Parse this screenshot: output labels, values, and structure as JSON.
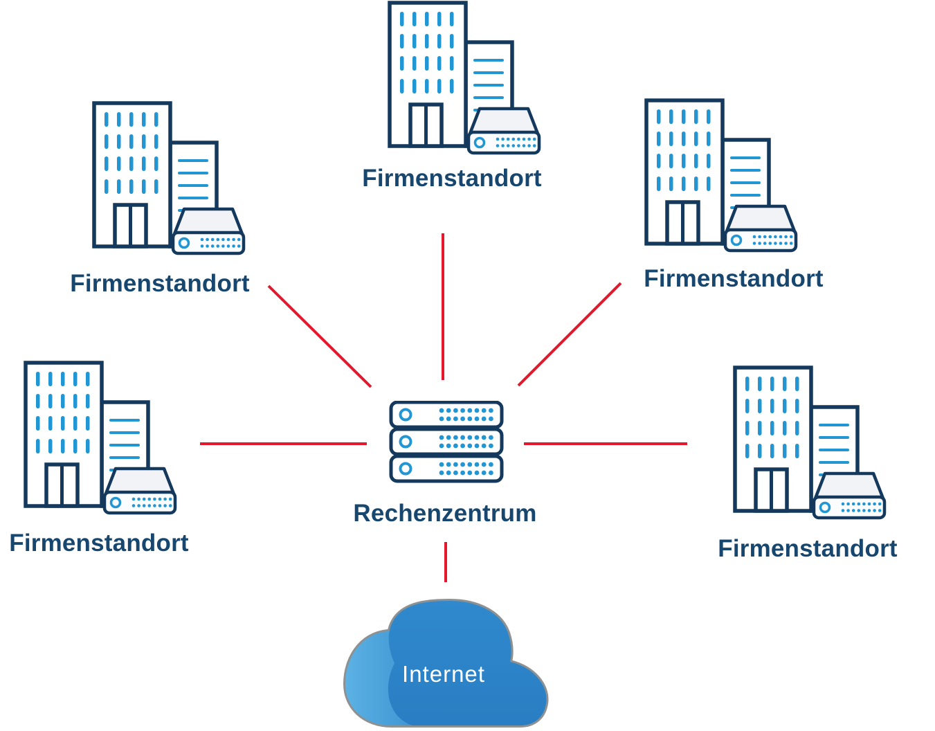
{
  "diagram": {
    "title": "Company sites connected to a data center and the internet",
    "background_color": "#ffffff",
    "palette": {
      "outline_navy": "#14395c",
      "label_navy": "#17466e",
      "accent_blue": "#2196d3",
      "connection_red": "#e5172c",
      "cloud_front_blue": "#2d84c8",
      "cloud_back_blue": "#54ace0",
      "cloud_outline_gray": "#8d9192",
      "device_fill": "#f2f3f6",
      "internet_text_color": "#ffffff"
    },
    "nodes": [
      {
        "id": "site-top-center",
        "type": "office-site",
        "icon": "office-building-router-icon",
        "label": "Firmenstandort"
      },
      {
        "id": "site-top-left",
        "type": "office-site",
        "icon": "office-building-router-icon",
        "label": "Firmenstandort"
      },
      {
        "id": "site-top-right",
        "type": "office-site",
        "icon": "office-building-router-icon",
        "label": "Firmenstandort"
      },
      {
        "id": "site-mid-left",
        "type": "office-site",
        "icon": "office-building-router-icon",
        "label": "Firmenstandort"
      },
      {
        "id": "site-mid-right",
        "type": "office-site",
        "icon": "office-building-router-icon",
        "label": "Firmenstandort"
      },
      {
        "id": "datacenter",
        "type": "server-rack",
        "icon": "server-rack-icon",
        "label": "Rechenzentrum"
      },
      {
        "id": "internet",
        "type": "cloud",
        "icon": "internet-cloud-icon",
        "label": "Internet"
      }
    ],
    "connections": [
      {
        "from": "site-top-left",
        "to": "datacenter"
      },
      {
        "from": "site-top-center",
        "to": "datacenter"
      },
      {
        "from": "site-top-right",
        "to": "datacenter"
      },
      {
        "from": "site-mid-left",
        "to": "datacenter"
      },
      {
        "from": "site-mid-right",
        "to": "datacenter"
      },
      {
        "from": "datacenter",
        "to": "internet"
      }
    ]
  }
}
